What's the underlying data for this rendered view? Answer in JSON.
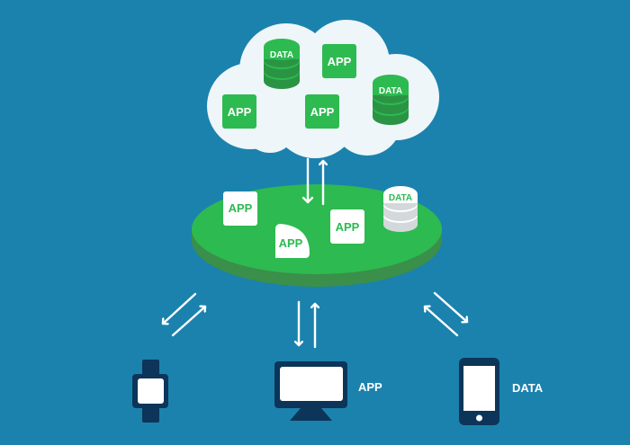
{
  "colors": {
    "background": "#1b82ad",
    "cloud": "#eef6f9",
    "green": "#2dba50",
    "green_dark": "#2a9444",
    "green_shadow": "#3a8f4a",
    "white": "#ffffff",
    "navy": "#0c3559",
    "disk_gray": "#d3d8db"
  },
  "cloud": {
    "apps": [
      {
        "label": "APP"
      },
      {
        "label": "APP"
      },
      {
        "label": "APP"
      }
    ],
    "databases": [
      {
        "label": "DATA"
      },
      {
        "label": "DATA"
      }
    ]
  },
  "platform": {
    "apps": [
      {
        "label": "APP"
      },
      {
        "label": "APP"
      },
      {
        "label": "APP"
      }
    ],
    "database": {
      "label": "DATA"
    }
  },
  "devices": {
    "watch": {
      "label": ""
    },
    "monitor": {
      "label": "APP"
    },
    "phone": {
      "label": "DATA"
    }
  }
}
